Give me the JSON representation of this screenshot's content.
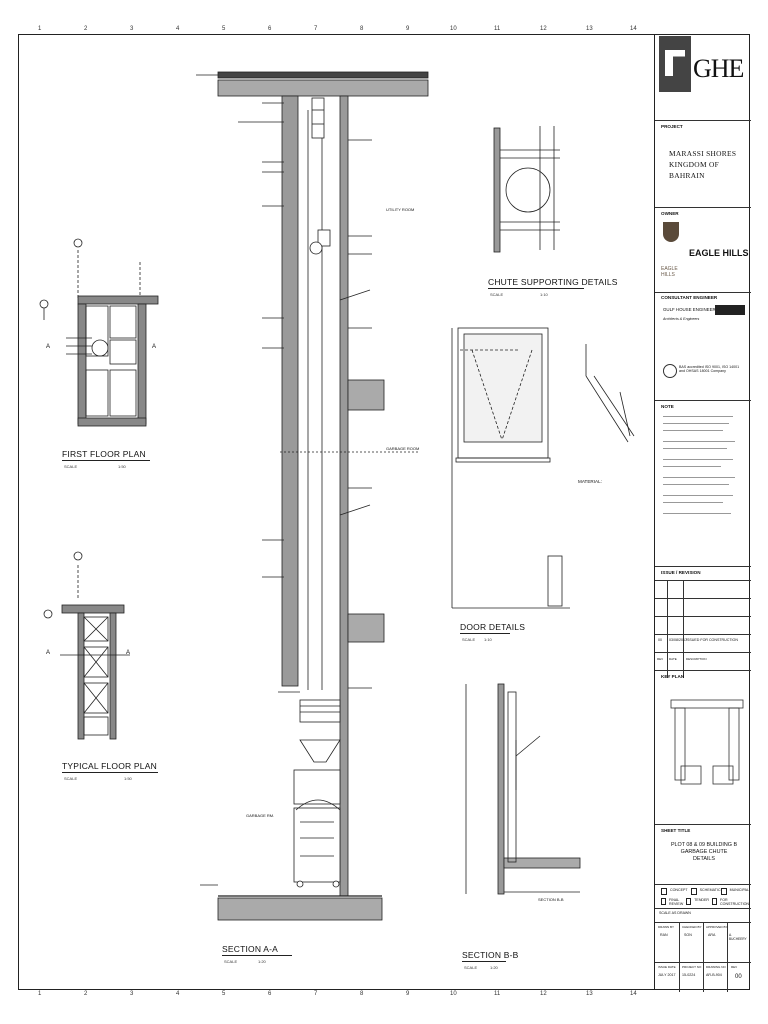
{
  "grid": {
    "numbers": [
      "1",
      "2",
      "3",
      "4",
      "5",
      "6",
      "7",
      "8",
      "9",
      "10",
      "11",
      "12",
      "13",
      "14"
    ]
  },
  "views": {
    "first_floor_plan": {
      "title": "FIRST FLOOR PLAN",
      "scale_label": "SCALE",
      "scale_value": "1:50"
    },
    "typical_floor_plan": {
      "title": "TYPICAL FLOOR PLAN",
      "scale_label": "SCALE",
      "scale_value": "1:50"
    },
    "section_aa": {
      "title": "SECTION  A-A",
      "scale_label": "SCALE",
      "scale_value": "1:20"
    },
    "chute_details": {
      "title": "CHUTE SUPPORTING DETAILS",
      "scale_label": "SCALE",
      "scale_value": "1:10"
    },
    "door_details": {
      "title": "DOOR DETAILS",
      "scale_label": "SCALE",
      "scale_value": "1:10"
    },
    "section_bb": {
      "title": "SECTION B-B",
      "scale_label": "SCALE",
      "scale_value": "1:20"
    },
    "section_bb_inner": "SECTION B-B"
  },
  "annotations": {
    "utility_room": "UTILITY ROOM",
    "garbage_room": "GARBAGE ROOM",
    "garbage_rm": "GARBAGE RM.",
    "material": "MATERIAL:",
    "section_marks": [
      "A",
      "A",
      "A",
      "A"
    ]
  },
  "title_block": {
    "logo": "GHE",
    "project_label": "PROJECT",
    "project_line1": "MARASSI SHORES",
    "project_line2": "KINGDOM OF BAHRAIN",
    "owner_label": "OWNER",
    "owner_name": "EAGLE HILLS",
    "owner_logo_text_1": "EAGLE",
    "owner_logo_text_2": "HILLS",
    "consultant_label": "CONSULTANT ENGINEER",
    "consultant_name": "GULF HOUSE ENGINEERING",
    "consultant_sub": "Architects & Engineers",
    "consultant_cert_1": "BAS accredited ISO 9001, ISO 14001",
    "consultant_cert_2": "and OHSAS 18001 Company",
    "note_label": "NOTE",
    "issue_label": "ISSUE / REVISION",
    "rev_no": "00",
    "rev_date": "03/08/2017",
    "rev_desc": "ISSUED FOR CONSTRUCTION",
    "rev_col_1": "REV",
    "rev_col_2": "DATE",
    "rev_col_3": "DESCRIPTION",
    "key_plan_label": "KEY PLAN",
    "sheet_title_label": "SHEET TITLE",
    "sheet_title_1": "PLOT 08 & 09 BUILDING B",
    "sheet_title_2": "GARBAGE CHUTE DETAILS",
    "checkboxes": [
      "CONCEPT",
      "SCHEMATIC",
      "MUNICIPAL",
      "FINAL REVIEW",
      "TENDER",
      "FOR CONSTRUCTION"
    ],
    "scale_row": "SCALE  AS DRAWN",
    "drawn_label": "DRAWN BY",
    "drawn_value": "RAN",
    "checked_label": "CHECKED BY",
    "checked_value": "SON",
    "approved_label": "APPROVED BY",
    "approved_value": "ARA",
    "approved2_value": "A. BUCHEERY",
    "date_label": "ISSUE DATE",
    "date_value": "JULY 2017",
    "project_no_label": "PROJECT NO",
    "project_no_value": "15-0224",
    "drawing_no_label": "DRAWING NO",
    "drawing_no_value": "AR-B-904",
    "rev_label": "REV",
    "rev_value": "00"
  }
}
